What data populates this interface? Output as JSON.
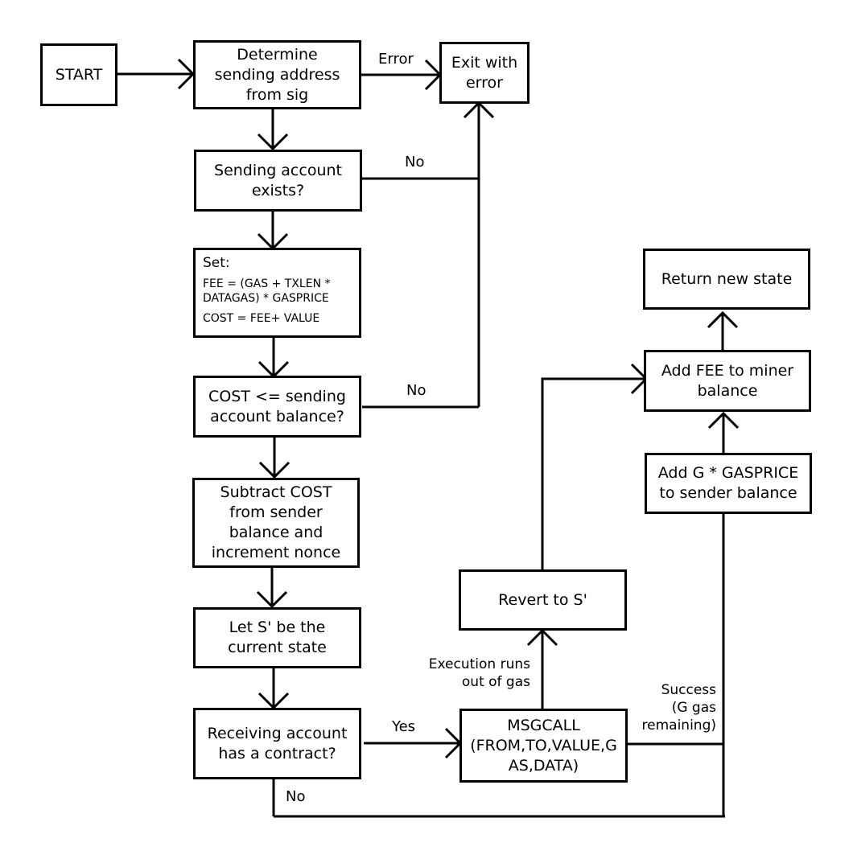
{
  "nodes": {
    "start": "START",
    "determine": [
      "Determine",
      "sending address",
      "from sig"
    ],
    "exit": [
      "Exit with",
      "error"
    ],
    "exists": [
      "Sending account",
      "exists?"
    ],
    "set": {
      "heading": "Set:",
      "fee_line1": "FEE = (GAS + TXLEN *",
      "fee_line2": "DATAGAS) * GASPRICE",
      "cost_line": "COST = FEE+ VALUE"
    },
    "cost_check": [
      "COST <= sending",
      "account balance?"
    ],
    "subtract": [
      "Subtract COST",
      "from sender",
      "balance and",
      "increment nonce"
    ],
    "let_s": [
      "Let S' be the",
      "current state"
    ],
    "receiving": [
      "Receiving account",
      "has a contract?"
    ],
    "msgcall": [
      "MSGCALL",
      "(FROM,TO,VALUE,G",
      "AS,DATA)"
    ],
    "revert": "Revert to S'",
    "add_g": [
      "Add G * GASPRICE",
      "to sender balance"
    ],
    "add_fee": [
      "Add FEE to miner",
      "balance"
    ],
    "return_state": "Return new state"
  },
  "edge_labels": {
    "error": "Error",
    "no_exists": "No",
    "no_cost": "No",
    "yes": "Yes",
    "no_contract": "No",
    "out_of_gas": [
      "Execution runs",
      "out of gas"
    ],
    "success": [
      "Success",
      "(G gas",
      "remaining)"
    ]
  }
}
